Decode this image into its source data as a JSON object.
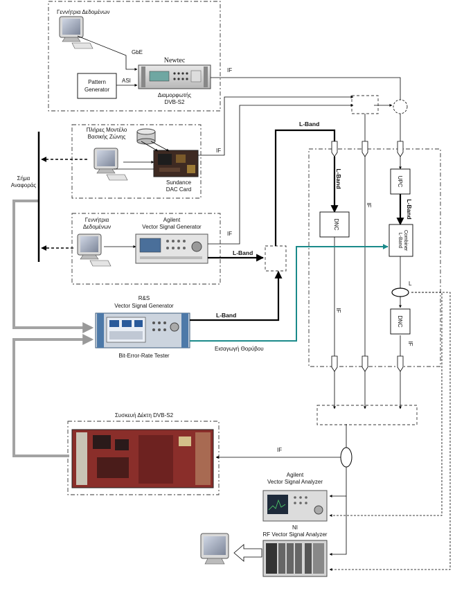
{
  "data_generator_top": "Γεννήτρια Δεδομένων",
  "gbe": "GbE",
  "asi": "ASI",
  "pattern_generator": [
    "Pattern",
    "Generator"
  ],
  "newtec": "Newtec",
  "modulator": [
    "Διαμορφωτής",
    "DVB-S2"
  ],
  "if": "IF",
  "lband": "L-Band",
  "baseband_model": [
    "Πλήρες Μοντέλο",
    "Βασικής Ζώνης"
  ],
  "sundance": [
    "Sundance",
    "DAC Card"
  ],
  "reference_signal": [
    "Σήμα",
    "Αναφοράς"
  ],
  "data_generator_mid": [
    "Γεννήτρια",
    "Δεδομένων"
  ],
  "agilent_vsg": [
    "Agilent",
    "Vector Signal Generator"
  ],
  "rs_vsg": [
    "R&S",
    "Vector Signal Generator"
  ],
  "bert": "Bit-Error-Rate Tester",
  "noise_injection": "Εισαγωγή Θορύβου",
  "upc": "UPC",
  "dnc": "DNC",
  "lband_combiner": [
    "L-Band",
    "Combiner"
  ],
  "l_short": "L",
  "receiver": "Συσκευή Δέκτη  DVB-S2",
  "agilent_vsa": [
    "Agilent",
    "Vector Signal Analyzer"
  ],
  "ni_vsa": [
    "NI",
    "RF Vector Signal Analyzer"
  ]
}
